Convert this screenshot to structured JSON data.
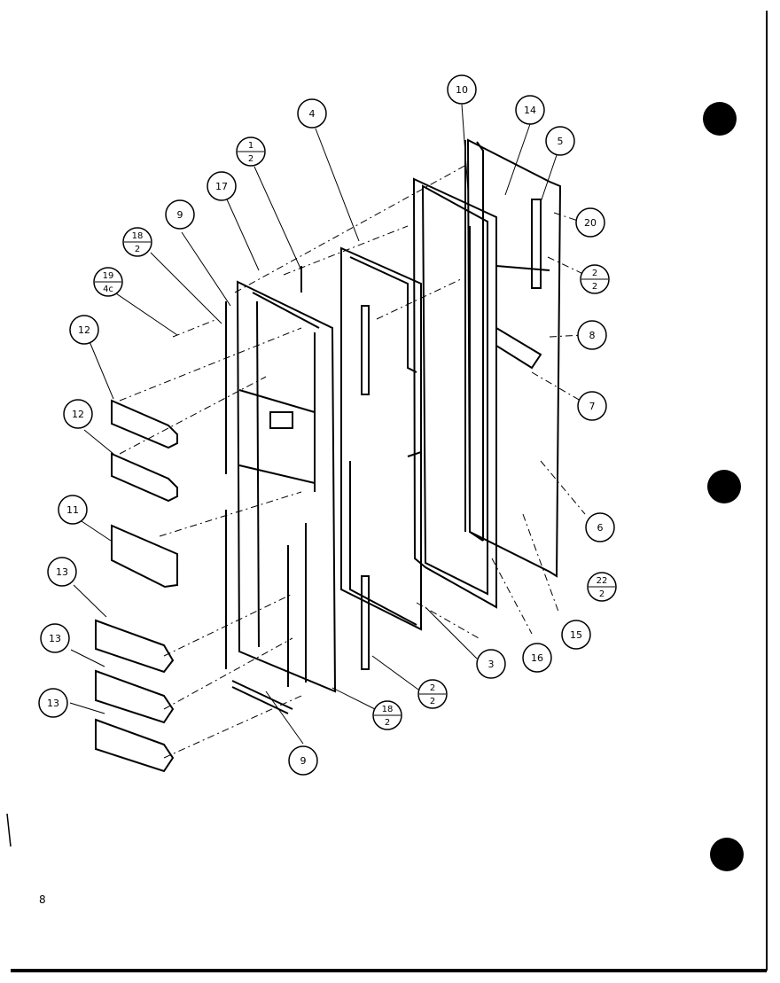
{
  "page": {
    "number": "8"
  },
  "colors": {
    "ink": "#000000",
    "paper": "#ffffff"
  },
  "callouts": [
    {
      "id": "c10",
      "text": "10"
    },
    {
      "id": "c14",
      "text": "14"
    },
    {
      "id": "c5",
      "text": "5"
    },
    {
      "id": "c4",
      "text": "4"
    },
    {
      "id": "c1",
      "top": "1",
      "bottom": "2"
    },
    {
      "id": "c17",
      "text": "17"
    },
    {
      "id": "c9a",
      "text": "9"
    },
    {
      "id": "c18a",
      "top": "18",
      "bottom": "2"
    },
    {
      "id": "c19",
      "top": "19",
      "bottom": "4c"
    },
    {
      "id": "c12a",
      "text": "12"
    },
    {
      "id": "c12b",
      "text": "12"
    },
    {
      "id": "c11",
      "text": "11"
    },
    {
      "id": "c13a",
      "text": "13"
    },
    {
      "id": "c13b",
      "text": "13"
    },
    {
      "id": "c13c",
      "text": "13"
    },
    {
      "id": "c20",
      "text": "20"
    },
    {
      "id": "c2r",
      "top": "2",
      "bottom": "2"
    },
    {
      "id": "c8",
      "text": "8"
    },
    {
      "id": "c7",
      "text": "7"
    },
    {
      "id": "c6",
      "text": "6"
    },
    {
      "id": "c22",
      "top": "22",
      "bottom": "2"
    },
    {
      "id": "c15",
      "text": "15"
    },
    {
      "id": "c16",
      "text": "16"
    },
    {
      "id": "c3",
      "text": "3"
    },
    {
      "id": "c2b",
      "top": "2",
      "bottom": "2"
    },
    {
      "id": "c18b",
      "top": "18",
      "bottom": "2"
    },
    {
      "id": "c9b",
      "text": "9"
    }
  ]
}
